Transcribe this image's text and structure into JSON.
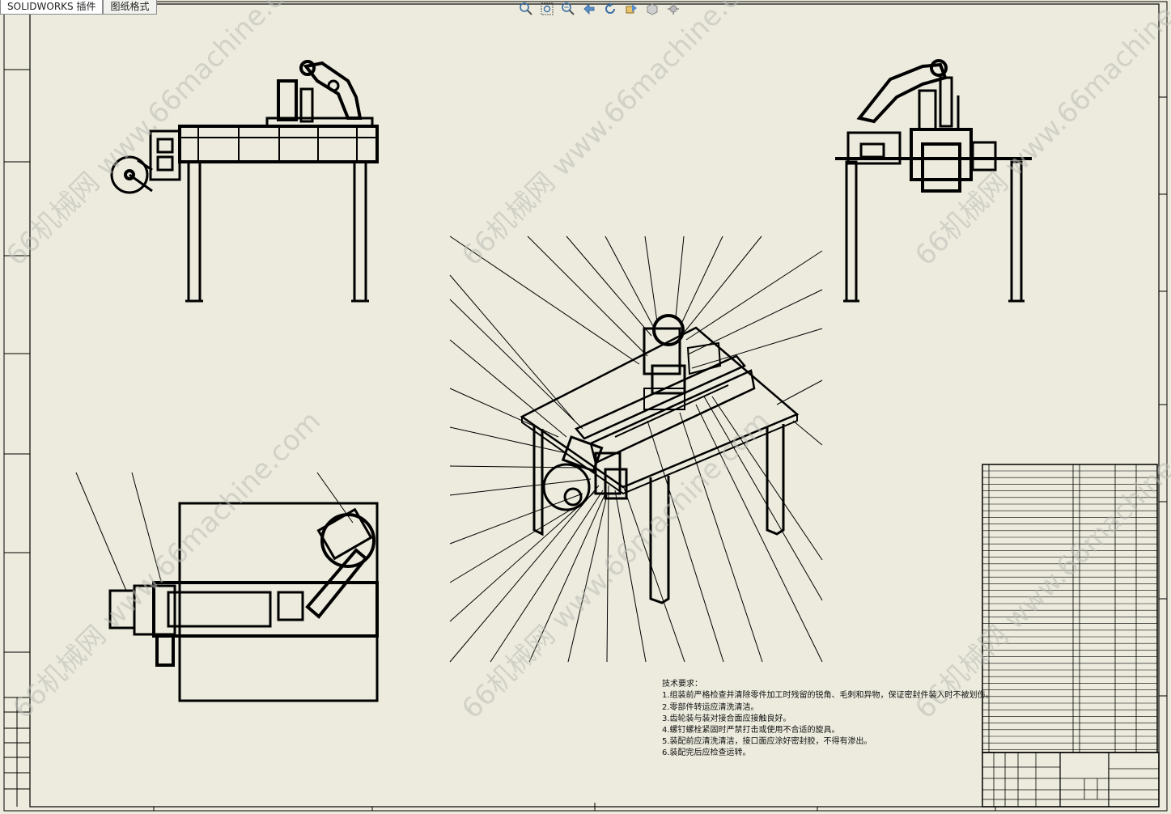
{
  "tabs": [
    {
      "label": "SOLIDWORKS 插件",
      "active": true
    },
    {
      "label": "图纸格式",
      "active": false
    }
  ],
  "toolbar": [
    {
      "icon": "zoom-to-fit-icon"
    },
    {
      "icon": "zoom-area-icon"
    },
    {
      "icon": "zoom-in-out-icon"
    },
    {
      "icon": "previous-view-icon"
    },
    {
      "icon": "rotate-view-icon"
    },
    {
      "icon": "pan-icon"
    },
    {
      "icon": "display-style-icon"
    },
    {
      "icon": "view-settings-icon"
    }
  ],
  "watermark": "66机械网 www.66machine.com",
  "tech_title": "技术要求：",
  "tech_notes": [
    "1.组装前严格检查并清除零件加工时残留的锐角、毛刺和异物，保证密封件装入时不被划伤。",
    "2.零部件转运应清洗清洁。",
    "3.齿轮装与装对接合面应接触良好。",
    "4.螺钉螺栓紧固时严禁打击或使用不合适的旋具。",
    "5.装配前应清洗清洁，接口面应涂好密封胶，不得有渗出。",
    "6.装配完后应检查运转。"
  ],
  "colors": {
    "paper": "#ecebdd",
    "ink": "#000000",
    "watermark": "#bdbdb6"
  }
}
